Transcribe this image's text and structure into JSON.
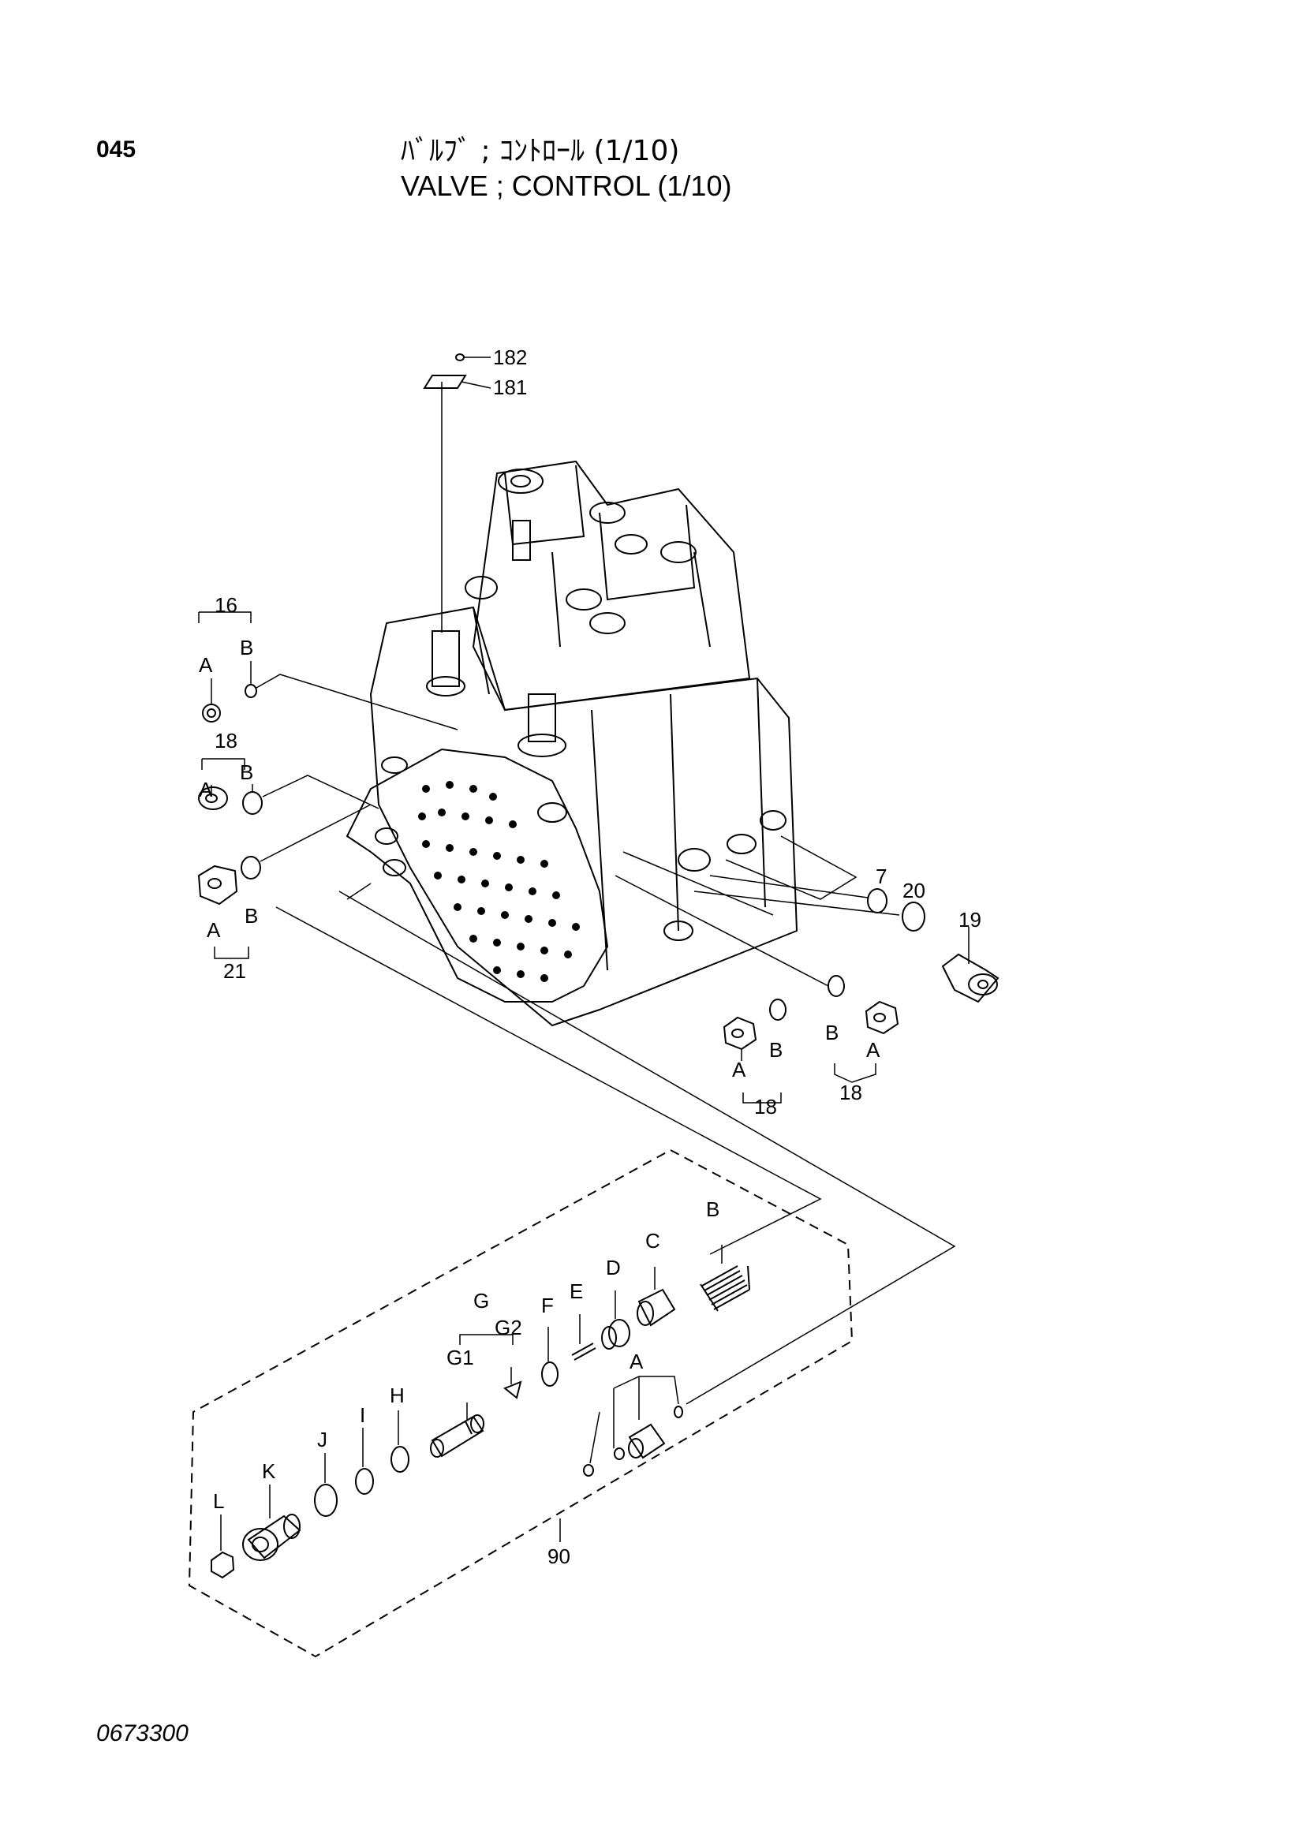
{
  "header": {
    "page_code": "045",
    "title_jp": "ﾊﾞﾙﾌﾞ ; ｺﾝﾄﾛｰﾙ (1/10)",
    "title_en": "VALVE ; CONTROL (1/10)"
  },
  "callouts": {
    "p182": "182",
    "p181": "181",
    "p16": "16",
    "p18_left": "18",
    "p21": "21",
    "p7": "7",
    "p20": "20",
    "p19": "19",
    "p18_mid": "18",
    "p18_right": "18",
    "p90": "90"
  },
  "sub_labels": {
    "a": "A",
    "b": "B",
    "c": "C",
    "d": "D",
    "e": "E",
    "f": "F",
    "g": "G",
    "g1": "G1",
    "g2": "G2",
    "h": "H",
    "i": "I",
    "j": "J",
    "k": "K",
    "l": "L"
  },
  "footer": {
    "drawing_no": "0673300"
  }
}
